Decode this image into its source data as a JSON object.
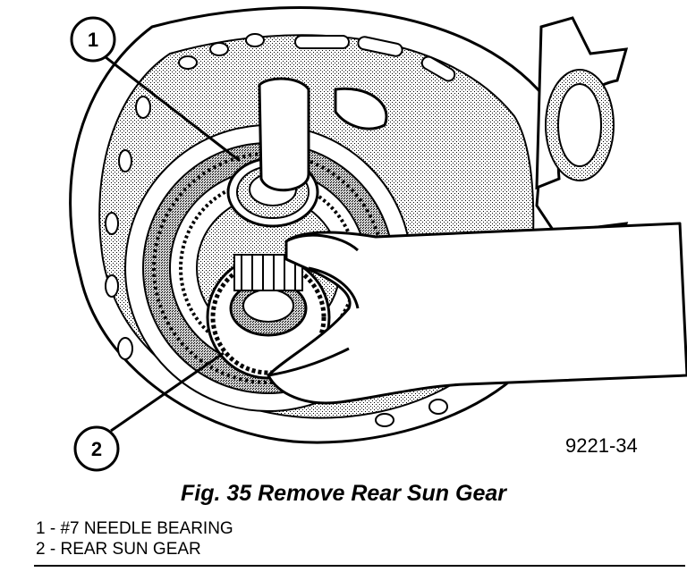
{
  "figure": {
    "id_code": "9221-34",
    "caption": "Fig. 35 Remove Rear Sun Gear"
  },
  "callouts": [
    {
      "number": "1"
    },
    {
      "number": "2"
    }
  ],
  "legend": [
    {
      "number": "1",
      "separator": " - ",
      "text": "#7 NEEDLE BEARING"
    },
    {
      "number": "2",
      "separator": " - ",
      "text": "REAR SUN GEAR"
    }
  ],
  "colors": {
    "ink": "#000000",
    "paper": "#ffffff",
    "shade": "#bdbdbd"
  }
}
